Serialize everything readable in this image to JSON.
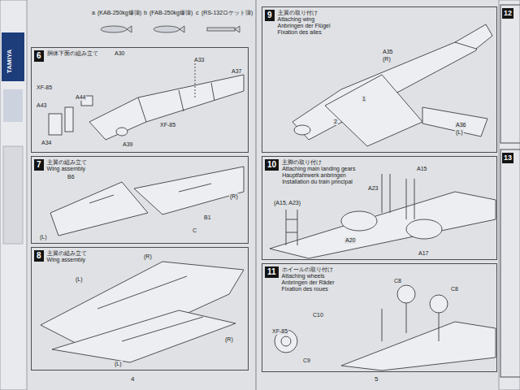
{
  "diagram": {
    "nodes": [
      {
        "text": [
          "6",
          "胴体下面の組み立て"
        ]
      },
      {
        "text": [
          "7",
          "主翼の組み立て",
          "Wing assembly"
        ]
      },
      {
        "text": [
          "8",
          "主翼の組み立て",
          "Wing assembly"
        ]
      },
      {
        "text": [
          "9",
          "主翼の取り付け",
          "Attaching wing",
          "Anbringen der Flügel",
          "Fixation des ailes"
        ]
      },
      {
        "text": [
          "10",
          "主脚の取り付け",
          "Attaching main landing gears",
          "Hauptfahrwerk anbringen",
          "Installation du train principal"
        ]
      },
      {
        "text": [
          "11",
          "ホイールの取り付け",
          "Attaching wheels",
          "Anbringen der Räder",
          "Fixation des roues"
        ]
      }
    ],
    "labels": [
      "a",
      "(KAB-250kg爆弾)",
      "b",
      "(FAB-250kg爆弾)",
      "c",
      "(RS-132ロケット弾)",
      "A30",
      "A33",
      "A37",
      "XF-85",
      "A44",
      "A43",
      "A34",
      "A39",
      "XF-85",
      "B6",
      "(L)",
      "(R)",
      "B1",
      "C",
      "(R)",
      "(L)",
      "(R)",
      "(L)",
      "A35",
      "(R)",
      "A36",
      "(L)",
      "1",
      "2",
      "A15",
      "A23",
      "(A15, A23)",
      "A20",
      "A17",
      "C8",
      "C8",
      "C10",
      "C9",
      "XF-85",
      "4",
      "5",
      "TAMIYA",
      "12",
      "13"
    ]
  }
}
